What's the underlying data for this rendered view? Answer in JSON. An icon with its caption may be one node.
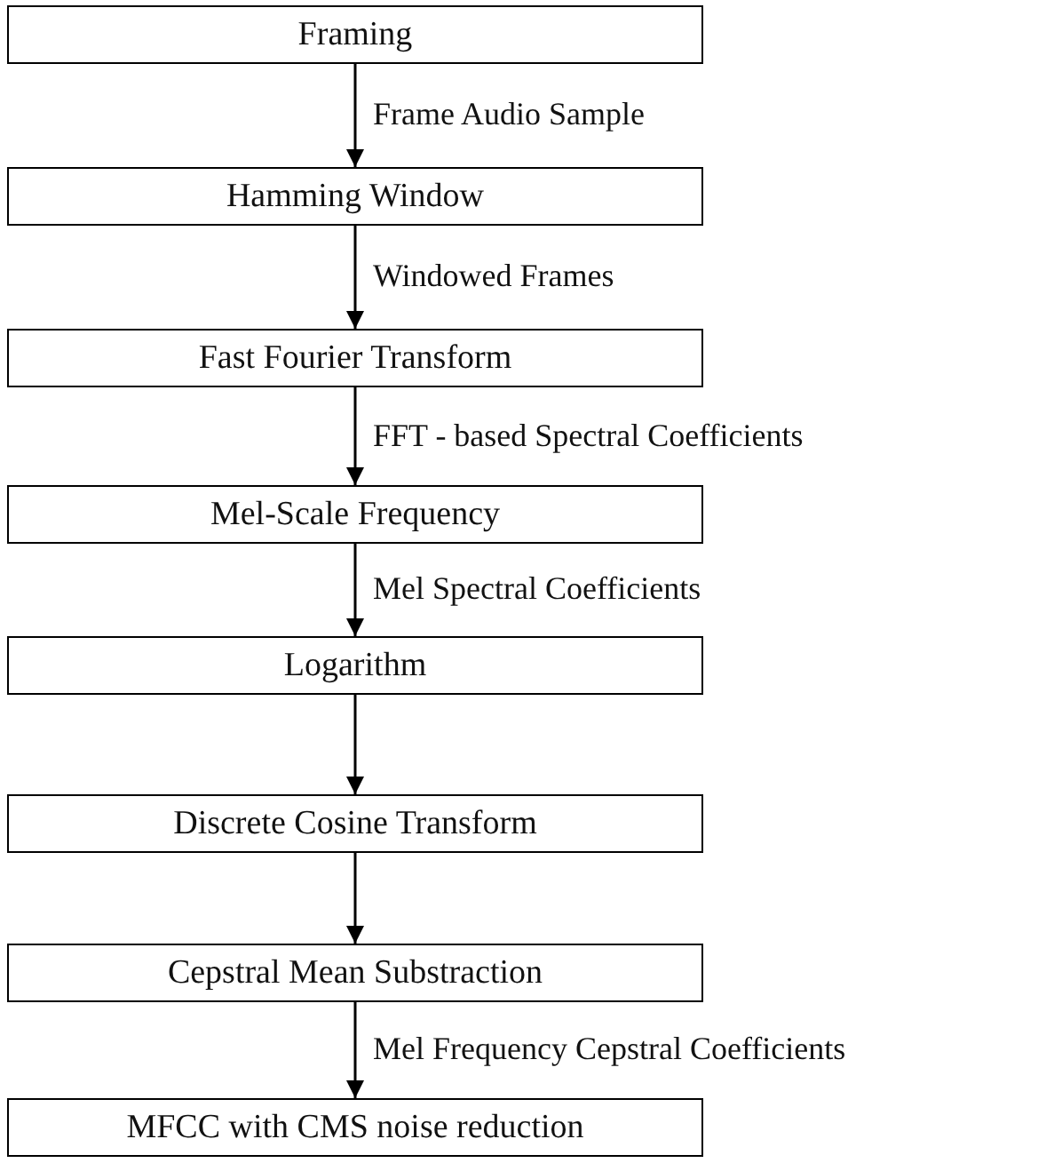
{
  "diagram": {
    "nodes": [
      {
        "text": [
          "Framing"
        ]
      },
      {
        "text": [
          "Hamming Window"
        ]
      },
      {
        "text": [
          "Fast Fourier Transform"
        ]
      },
      {
        "text": [
          "Mel-Scale Frequency"
        ]
      },
      {
        "text": [
          "Logarithm"
        ]
      },
      {
        "text": [
          "Discrete Cosine Transform"
        ]
      },
      {
        "text": [
          "Cepstral Mean Substraction"
        ]
      },
      {
        "text": [
          "MFCC with CMS noise reduction"
        ]
      }
    ],
    "edges": [
      {
        "from": 0,
        "to": 1,
        "arrow": "to",
        "label": "Frame Audio Sample"
      },
      {
        "from": 1,
        "to": 2,
        "arrow": "to",
        "label": "Windowed Frames"
      },
      {
        "from": 2,
        "to": 3,
        "arrow": "to",
        "label": "FFT - based Spectral Coefficients"
      },
      {
        "from": 3,
        "to": 4,
        "arrow": "to",
        "label": "Mel Spectral Coefficients"
      },
      {
        "from": 4,
        "to": 5,
        "arrow": "to"
      },
      {
        "from": 5,
        "to": 6,
        "arrow": "to"
      },
      {
        "from": 6,
        "to": 7,
        "arrow": "to",
        "label": "Mel Frequency Cepstral Coefficients"
      }
    ]
  }
}
